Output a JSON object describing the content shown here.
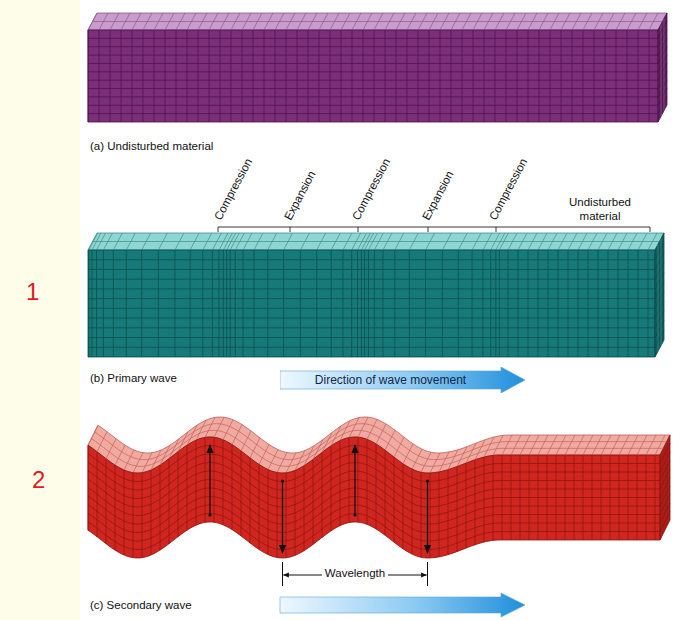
{
  "diagram": {
    "nodes": [
      {
        "text": [
          "Direction of wave movement"
        ]
      }
    ],
    "labels": [
      "(a) Undisturbed material",
      "Compression",
      "Expansion",
      "Compression",
      "Expansion",
      "Compression",
      "Undisturbed material",
      "1",
      "(b) Primary wave",
      "2",
      "Wavelength",
      "(c) Secondary wave"
    ]
  }
}
